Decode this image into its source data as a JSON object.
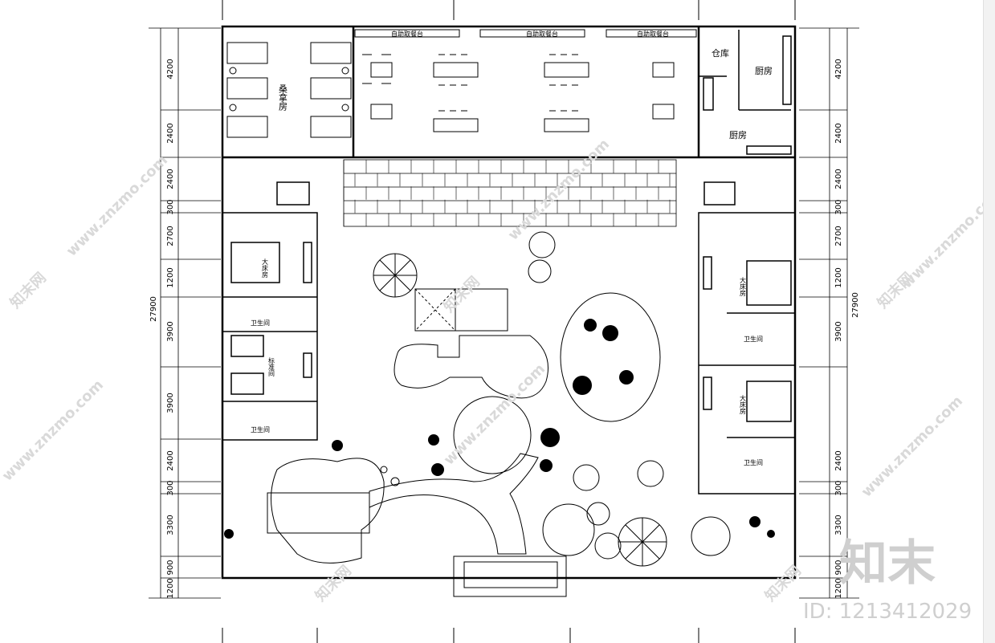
{
  "rooms": {
    "sauna": "桑拿房",
    "buffet_1": "自助取餐台",
    "buffet_2": "自助取餐台",
    "buffet_3": "自助取餐台",
    "storage": "仓库",
    "kitchen_1": "厨房",
    "kitchen_2": "厨房",
    "big_bed_left": "大床房",
    "bath_left_1": "卫生间",
    "standard_left": "标准间",
    "bath_left_2": "卫生间",
    "big_bed_right_1": "大床房",
    "bath_right_1": "卫生间",
    "big_bed_right_2": "大床房",
    "bath_right_2": "卫生间"
  },
  "dimensions_left": {
    "d1": "4200",
    "d2": "2400",
    "d3": "2400",
    "d4": "300",
    "d5": "2700",
    "d6": "1200",
    "d7": "3900",
    "d8": "3900",
    "d9": "2400",
    "d10": "300",
    "d11": "3300",
    "d12": "900",
    "d13": "1200",
    "total": "27900"
  },
  "dimensions_right": {
    "d1": "4200",
    "d2": "2400",
    "d3": "2400",
    "d4": "300",
    "d5": "2700",
    "d6": "1200",
    "d7": "3900",
    "d8": "2400",
    "d9": "300",
    "d10": "3300",
    "d11": "900",
    "d12": "1200",
    "total": "27900"
  },
  "watermark": {
    "site": "www.znzmo.com",
    "site_cn": "知末网",
    "brand": "知末",
    "id": "ID: 1213412029"
  },
  "colors": {
    "line": "#000000",
    "watermark": "#d0d0d0"
  }
}
